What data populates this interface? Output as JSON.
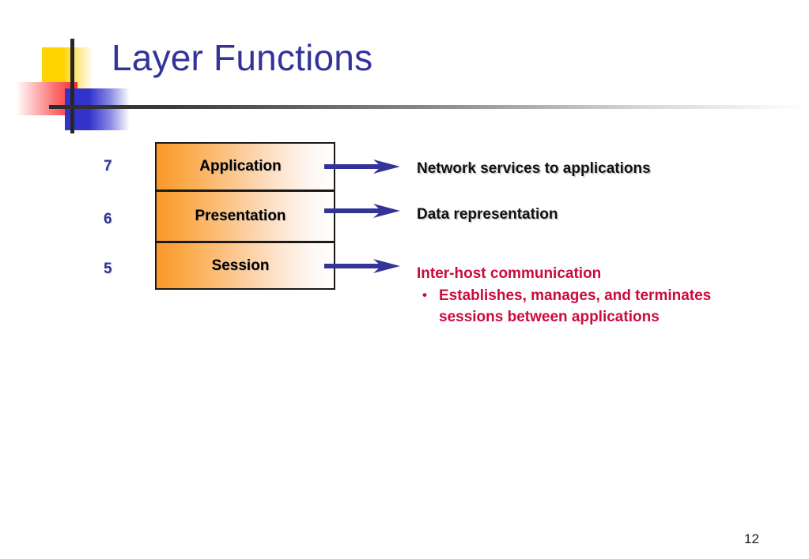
{
  "slide": {
    "title": "Layer Functions",
    "page_number": "12",
    "title_color": "#333399",
    "accent_red": "#CC0A3C",
    "arrow_color": "#333399",
    "layer_fill_start": "#F9982C",
    "layer_fill_end": "#FFFFFF"
  },
  "ornament": {
    "yellow_color": "#FFD400",
    "red_color": "#FB2B2B",
    "blue_color": "#3333CC",
    "bar_color": "#262626"
  },
  "layers": [
    {
      "number": "7",
      "name": "Application",
      "arrow": "right-arrow-icon"
    },
    {
      "number": "6",
      "name": "Presentation",
      "arrow": "right-arrow-icon"
    },
    {
      "number": "5",
      "name": "Session",
      "arrow": "right-arrow-icon"
    }
  ],
  "descriptions": {
    "application": "Network services to applications",
    "presentation": "Data representation",
    "session_heading": "Inter-host communication",
    "session_bullet_mark": "•",
    "session_bullet": "Establishes, manages, and terminates sessions between applications"
  }
}
